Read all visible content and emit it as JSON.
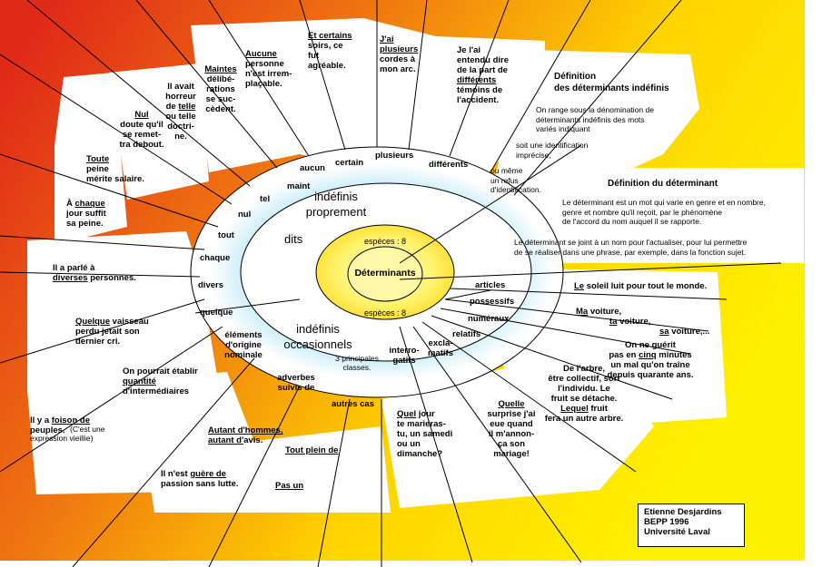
{
  "center": {
    "label": "Déterminants"
  },
  "inner_ring": {
    "top_count": "espèces : 8",
    "bottom_count": "espèces : 8"
  },
  "middle": {
    "proper_title": "indéfinis\nproprement",
    "dits": "dits",
    "occasional_title": "indéfinis\noccasionnels",
    "occasional_sub": "3 principales\nclasses."
  },
  "ring_labels": {
    "proper": [
      "aucun",
      "certain",
      "plusieurs",
      "différents",
      "maint",
      "tel",
      "nul",
      "tout",
      "chaque",
      "divers",
      "quelque"
    ],
    "occasional": [
      "éléments\nd'origine\nnominale",
      "adverbes\nsuivis de",
      "autres cas",
      "interro-\ngatifs",
      "excla-\nmatifs"
    ],
    "other": [
      "articles",
      "possessifs",
      "numéraux",
      "relatifs"
    ]
  },
  "examples": [
    {
      "kw": "Aucune",
      "rest": "\npersonne\nn'est irrem-\nplaçable."
    },
    {
      "kw": "Et certains",
      "rest": "\nsoirs, ce\nfut\nagréable."
    },
    {
      "kw": "J'ai\nplusieurs",
      "rest": "\ncordes à\nmon arc."
    },
    {
      "kw": "différents",
      "pre": "Je l'ai\nentendu dire\nde la part de\n",
      "rest": "\ntémoins de\nl'accident."
    },
    {
      "kw": "Maintes",
      "rest": "\ndélibé-\nrations\nse suc-\ncèdent."
    },
    {
      "pre": "Il avait\nhorreur\nde ",
      "kw": "telle",
      "rest": "\nou telle\ndoctri-\nne."
    },
    {
      "kw": "Nul",
      "rest": "\ndoute qu'il\nse remet-\ntra debout."
    },
    {
      "kw": "Toute",
      "rest": "\npeine\nmérite salaire."
    },
    {
      "pre": "À ",
      "kw": "chaque",
      "rest": "\njour suffit\nsa peine."
    },
    {
      "pre": "Il a parlé à\n",
      "kw": "diverses",
      "rest": " personnes."
    },
    {
      "kw": "Quelque",
      "rest": " vaisseau\nperdu jetait son\ndernier cri."
    },
    {
      "pre": "On pourrait établir\n",
      "kw": "quantité",
      "rest": "\nd'intermédiaires"
    },
    {
      "pre": "Il y a ",
      "kw": "foison de",
      "rest": "\npeuples."
    },
    {
      "kw": "Autant d'hommes,\nautant d'",
      "rest": "avis."
    },
    {
      "kw": "Tout plein de",
      "rest": ""
    },
    {
      "pre": "Il n'est ",
      "kw": "guère de",
      "rest": "\npassion sans lutte."
    },
    {
      "kw": "Pas un",
      "rest": ""
    },
    {
      "kw": "Quel",
      "rest": " jour\nte marieras-\ntu, un samedi\nou un\ndimanche?"
    },
    {
      "kw": "Quelle",
      "rest": "\nsurprise j'ai\neue quand\nil m'annon-\nça son\nmariage!"
    },
    {
      "pre": "De l'arbre,\nêtre collectif, sort\nl'individu. Le\nfruit se détache.\n",
      "kw": "Lequel",
      "rest": " fruit\nfera un autre arbre."
    },
    {
      "kw": "Le",
      "rest": " soleil luit pour tout le monde."
    },
    {
      "kw": "Ma",
      "rest": " voiture,"
    },
    {
      "kw": "ta",
      "rest": " voiture,"
    },
    {
      "kw": "sa",
      "rest": " voiture,..."
    },
    {
      "pre": "On ne guérit\npas en ",
      "kw": "cinq",
      "rest": " minutes\nun mal qu'on traîne\ndepuis quarante ans."
    }
  ],
  "foison_note": "(C'est une\nexpression vieillie)",
  "definitions": {
    "indef_title": "Définition\ndes déterminants indéfinis",
    "indef_text_1": "On range sous la dénomination de\ndéterminants indéfinis des mots\nvariés indiquant",
    "indef_text_2": "soit une identification\nimprécise,",
    "indef_text_3": "ou même\nun refus\nd'identification.",
    "det_title": "Définition du déterminant",
    "det_text_1": "Le déterminant est un mot qui varie en genre et en nombre,\ngenre et nombre qu'il reçoit, par le phénomène\nde l'accord du nom auquel il se rapporte.",
    "det_text_2": "Le déterminant se joint à un nom pour l'actualiser, pour lui permettre\nde se réaliser dans une phrase, par exemple, dans la fonction sujet."
  },
  "signature": "Etienne Desjardins\nBEPP 1996\nUniversité Laval",
  "colors": {
    "outer_left": "#e83018",
    "outer_right": "#fff200",
    "center_fill": "#fff36e",
    "halo": "#c9ecf6"
  }
}
